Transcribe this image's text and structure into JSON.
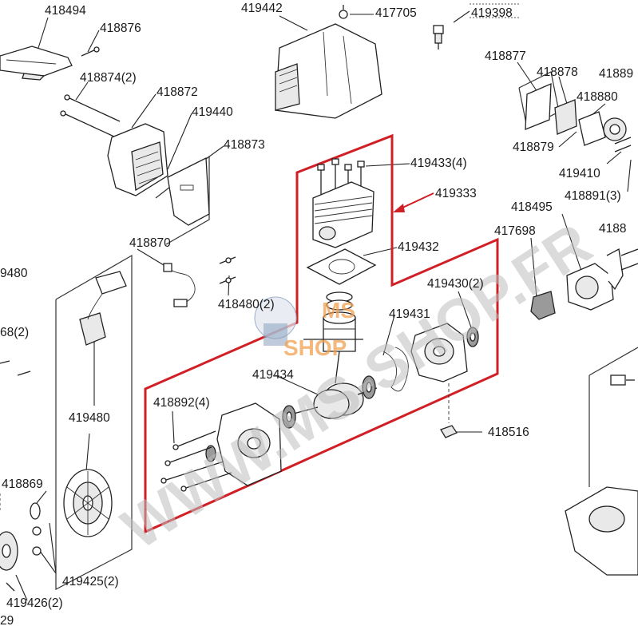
{
  "labels": [
    {
      "text": "418494"
    },
    {
      "text": "418876"
    },
    {
      "text": "418874(2)"
    },
    {
      "text": "418872"
    },
    {
      "text": "419440"
    },
    {
      "text": "418873"
    },
    {
      "text": "419442"
    },
    {
      "text": "417705"
    },
    {
      "text": "419398"
    },
    {
      "text": "418877"
    },
    {
      "text": "418878"
    },
    {
      "text": "41889"
    },
    {
      "text": "418880"
    },
    {
      "text": "418879"
    },
    {
      "text": "419410"
    },
    {
      "text": "418891(3)"
    },
    {
      "text": "419433(4)"
    },
    {
      "text": "419333"
    },
    {
      "text": "419432"
    },
    {
      "text": "418870"
    },
    {
      "text": "418480(2)"
    },
    {
      "text": "418495"
    },
    {
      "text": "4188"
    },
    {
      "text": "417698"
    },
    {
      "text": "419430(2)"
    },
    {
      "text": "419431"
    },
    {
      "text": "419434"
    },
    {
      "text": "418892(4)"
    },
    {
      "text": "418516"
    },
    {
      "text": "9480"
    },
    {
      "text": "68(2)"
    },
    {
      "text": "419480"
    },
    {
      "text": "418869"
    },
    {
      "text": "419425(2)"
    },
    {
      "text": "419426(2)"
    },
    {
      "text": "29"
    }
  ],
  "watermark": {
    "text": "WWW.MS-SHOP.FR",
    "logo_line1": "MS",
    "logo_line2": "SHOP"
  },
  "colors": {
    "highlight": "#d11f26",
    "line": "#222222",
    "watermark": "#bdbdbd",
    "logo": "#f0a050"
  }
}
